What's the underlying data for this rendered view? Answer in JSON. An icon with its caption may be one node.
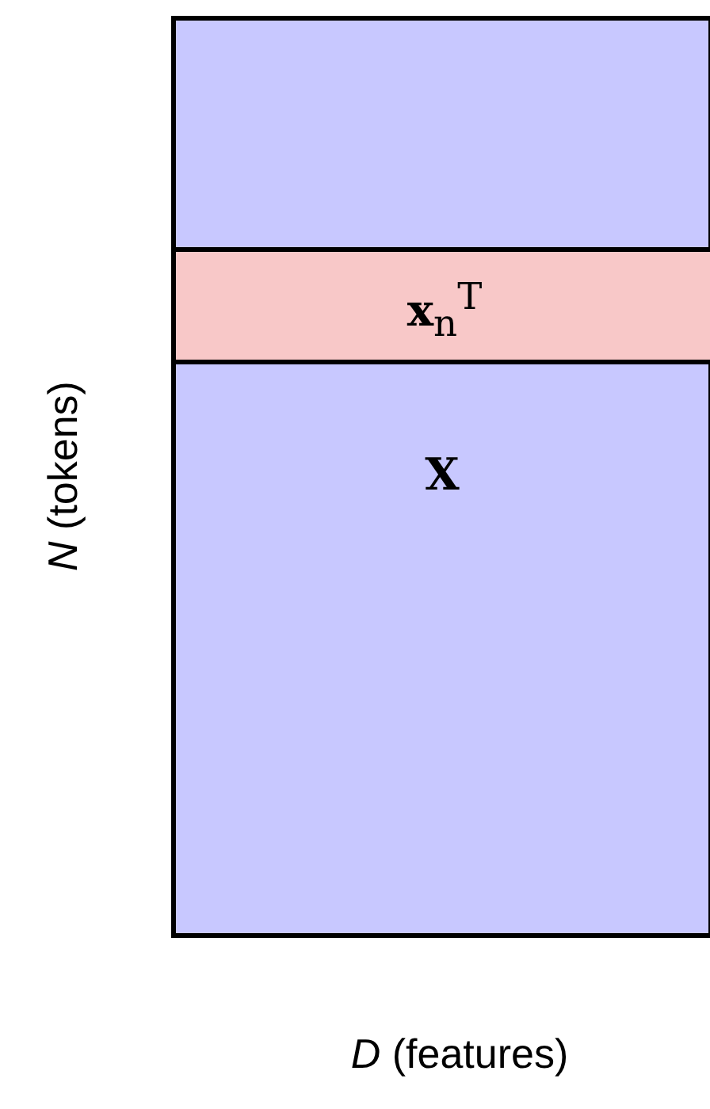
{
  "diagram": {
    "nodes": [
      {
        "text": [
          "X"
        ]
      },
      {
        "text": [
          "**x**$_{n}$$^{T}$"
        ],
        "in": 0
      }
    ],
    "labels": [
      "*N* (tokens)",
      "*D* (features)"
    ]
  }
}
